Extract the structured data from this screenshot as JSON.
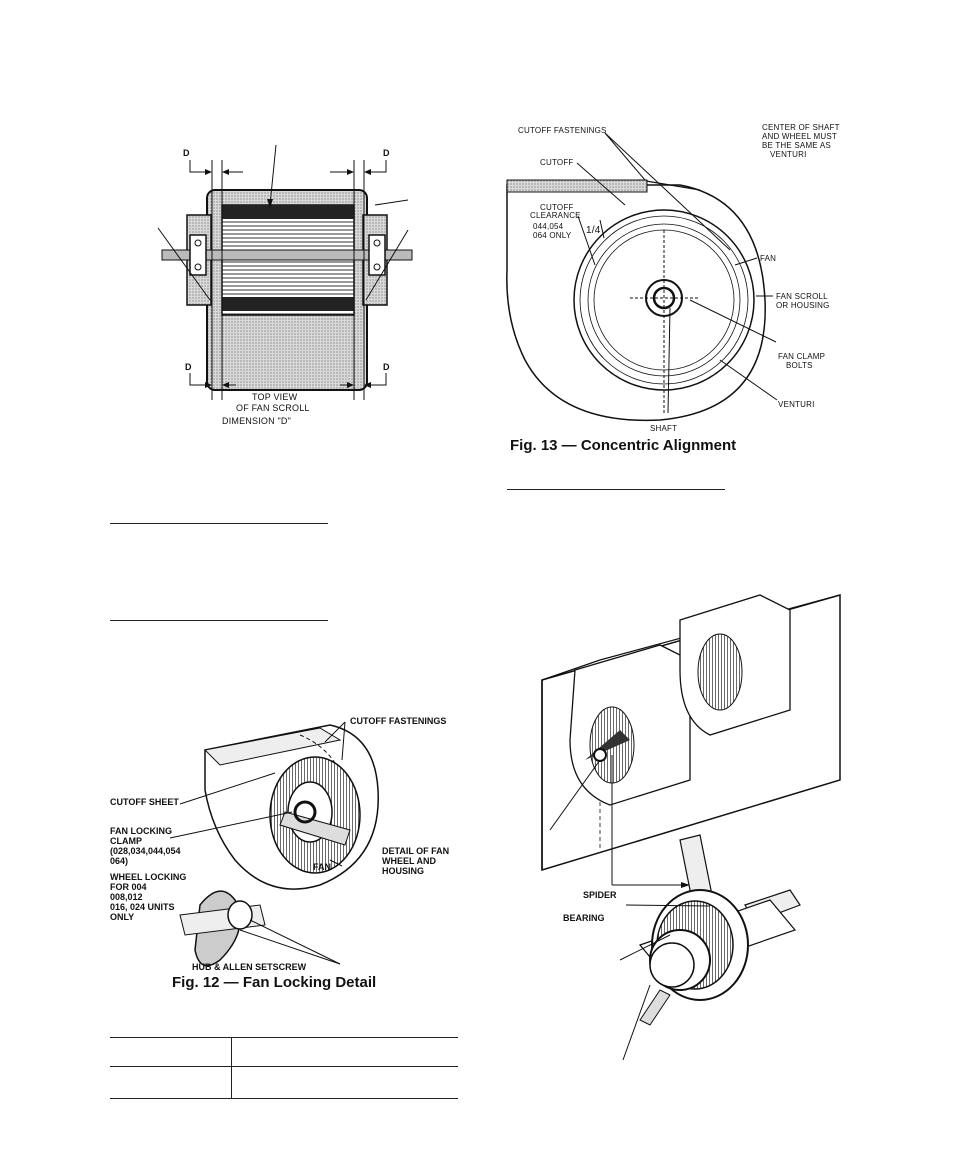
{
  "fig_dim": {
    "d_labels": [
      "D",
      "D",
      "D",
      "D"
    ],
    "top_view": "TOP VIEW",
    "of_fan_scroll": "OF FAN SCROLL",
    "dimension": "DIMENSION \"D\""
  },
  "fig13": {
    "cutoff_fastenings": "CUTOFF FASTENINGS",
    "center_note": [
      "CENTER OF SHAFT",
      "AND WHEEL MUST",
      "BE THE SAME AS",
      "VENTURI"
    ],
    "cutoff": "CUTOFF",
    "cutoff_clearance": [
      "CUTOFF",
      "CLEARANCE"
    ],
    "clearance_value": "1/4",
    "models": [
      "044,054",
      "064 ONLY"
    ],
    "fan": "FAN",
    "fan_scroll": [
      "FAN SCROLL",
      "OR HOUSING"
    ],
    "fan_clamp_bolts": [
      "FAN CLAMP",
      "BOLTS"
    ],
    "venturi": "VENTURI",
    "shaft": "SHAFT",
    "caption": "Fig. 13 — Concentric Alignment"
  },
  "fig12": {
    "cutoff_fastenings": "CUTOFF FASTENINGS",
    "cutoff_sheet": "CUTOFF SHEET",
    "fan_locking_clamp": [
      "FAN LOCKING",
      "CLAMP",
      "(028,034,044,054",
      "064)"
    ],
    "detail": [
      "DETAIL OF FAN",
      "WHEEL AND",
      "HOUSING"
    ],
    "fan": "FAN",
    "wheel_locking": [
      "WHEEL LOCKING",
      "FOR 004",
      "008,012",
      "016, 024 UNITS",
      "ONLY"
    ],
    "hub_setscrew": "HUB & ALLEN SETSCREW",
    "caption": "Fig. 12 — Fan Locking Detail"
  },
  "fig_spider": {
    "spider": "SPIDER",
    "bearing": "BEARING"
  }
}
